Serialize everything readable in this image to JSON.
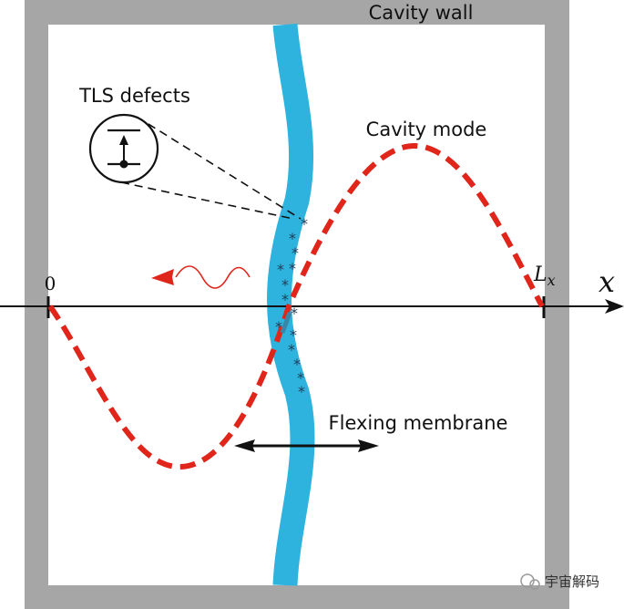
{
  "labels": {
    "cavity_wall": "Cavity wall",
    "tls_defects": "TLS defects",
    "cavity_mode": "Cavity mode",
    "flexing_membrane": "Flexing membrane",
    "origin": "0",
    "length_main": "L",
    "length_sub": "x",
    "axis": "x"
  },
  "watermark": "宇宙解码",
  "colors": {
    "wall": "#a6a6a6",
    "membrane": "#2eb3de",
    "mode": "#e0251b",
    "defect": "#1f3b57",
    "axis": "#111111"
  },
  "defect_mark": "*"
}
